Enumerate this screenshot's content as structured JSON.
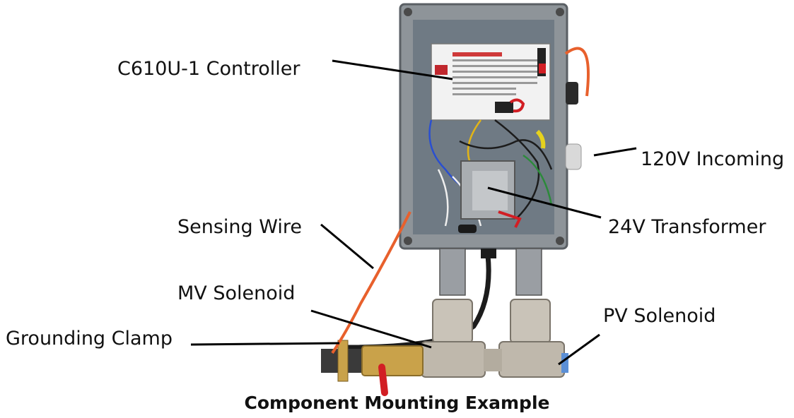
{
  "labels": {
    "controller": "C610U-1 Controller",
    "incoming": "120V Incoming",
    "transformer": "24V Transformer",
    "sensing_wire": "Sensing Wire",
    "mv_solenoid": "MV Solenoid",
    "pv_solenoid": "PV Solenoid",
    "grounding_clamp": "Grounding Clamp"
  },
  "caption": "Component Mounting Example",
  "colors": {
    "enclosure": "#8e9499",
    "enclosure_inner": "#6f7a84",
    "orange_wire": "#e8602c",
    "brass": "#c9a24a",
    "red_handle": "#d21e24",
    "steel": "#c9c3b8",
    "pipe": "#3a3a3a"
  }
}
